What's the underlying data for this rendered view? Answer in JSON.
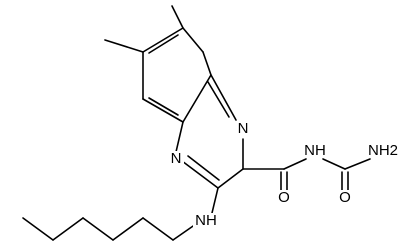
{
  "molecule": {
    "atoms": {
      "n_ring_top": "N",
      "n_ring_bottom": "N",
      "nh_amide": "NH",
      "nh2_terminal": "NH2",
      "o_amide": "O",
      "o_urea": "O",
      "nh_hexylamino": "NH"
    }
  }
}
